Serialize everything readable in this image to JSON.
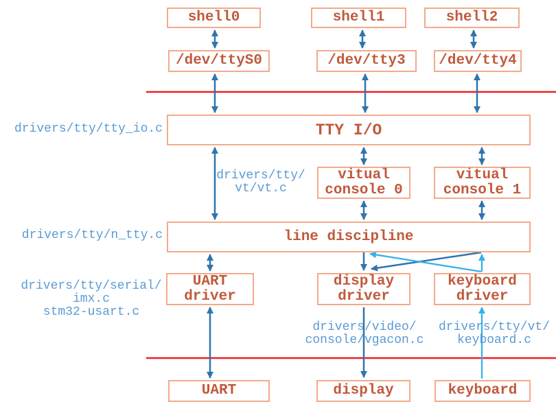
{
  "colors": {
    "box_border": "#f3aa8a",
    "box_text": "#c05a3c",
    "path_label": "#5b9bd5",
    "dark_arrow": "#2f74ad",
    "light_arrow": "#35b2e8",
    "boundary_line": "#ef1f26"
  },
  "boxes": {
    "shell0": {
      "label": "shell0"
    },
    "shell1": {
      "label": "shell1"
    },
    "shell2": {
      "label": "shell2"
    },
    "dev_ttys0": {
      "label": "/dev/ttyS0"
    },
    "dev_tty3": {
      "label": "/dev/tty3"
    },
    "dev_tty4": {
      "label": "/dev/tty4"
    },
    "tty_io": {
      "label": "TTY I/O"
    },
    "vconsole0": {
      "line1": "vitual",
      "line2": "console 0"
    },
    "vconsole1": {
      "line1": "vitual",
      "line2": "console 1"
    },
    "line_discipline": {
      "label": "line discipline"
    },
    "uart_driver": {
      "line1": "UART",
      "line2": "driver"
    },
    "display_driver": {
      "line1": "display",
      "line2": "driver"
    },
    "keyboard_driver": {
      "line1": "keyboard",
      "line2": "driver"
    },
    "uart": {
      "label": "UART"
    },
    "display": {
      "label": "display"
    },
    "keyboard": {
      "label": "keyboard"
    }
  },
  "source_labels": {
    "tty_io": "drivers/tty/tty_io.c",
    "vt": {
      "line1": "drivers/tty/",
      "line2": "vt/vt.c"
    },
    "n_tty": "drivers/tty/n_tty.c",
    "serial": {
      "line1": "drivers/tty/serial/",
      "line2": "imx.c",
      "line3": "stm32-usart.c"
    },
    "vgacon": {
      "line1": "drivers/video/",
      "line2": "console/vgacon.c"
    },
    "keyboard": {
      "line1": "drivers/tty/vt/",
      "line2": "keyboard.c"
    }
  }
}
